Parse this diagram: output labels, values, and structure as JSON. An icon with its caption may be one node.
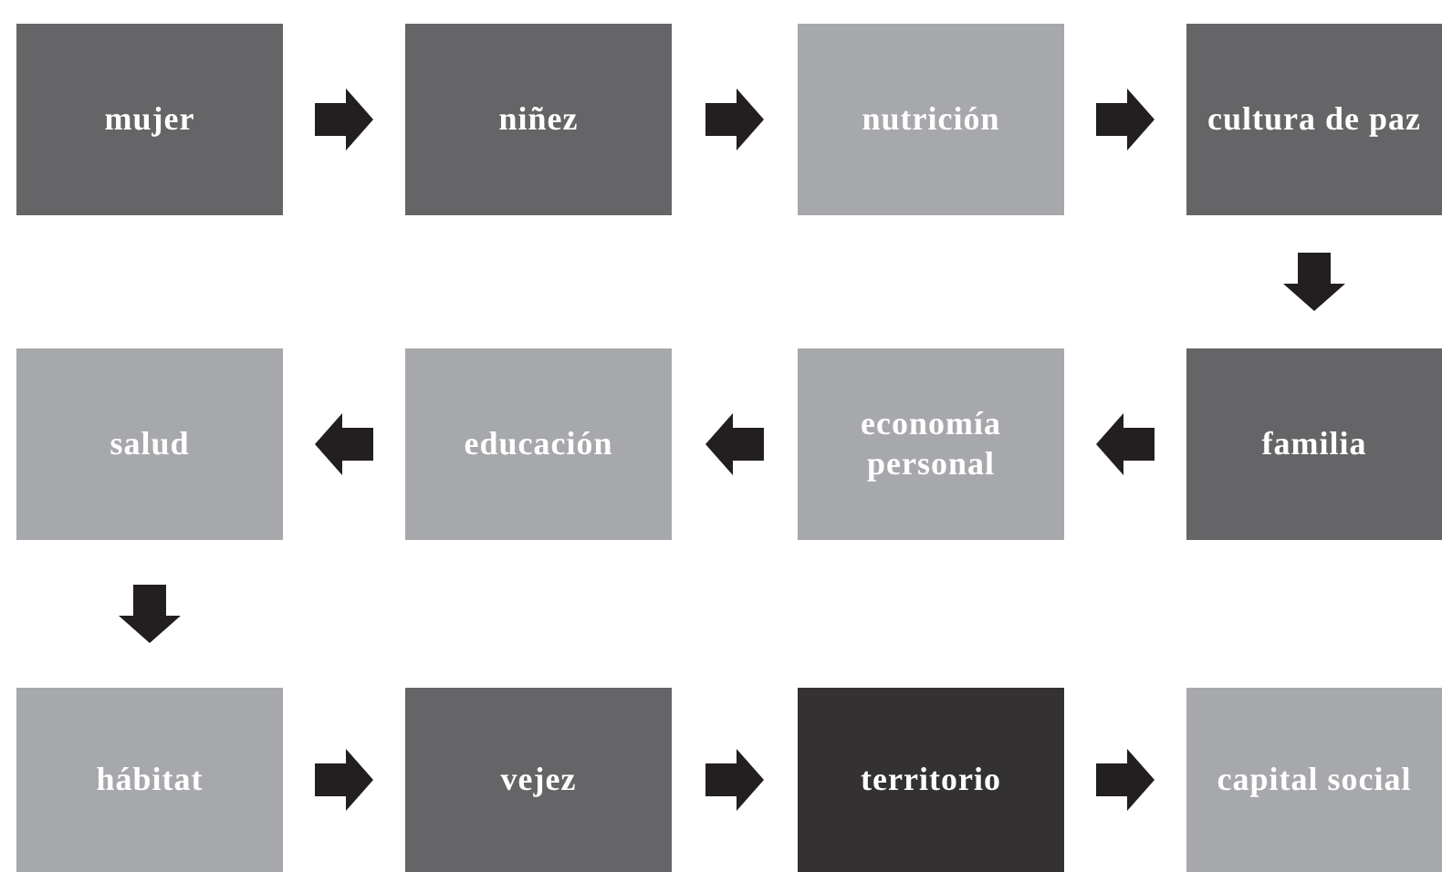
{
  "diagram": {
    "nodes": [
      {
        "text": [
          "mujer"
        ]
      },
      {
        "text": [
          "niñez"
        ]
      },
      {
        "text": [
          "nutrición"
        ]
      },
      {
        "text": [
          "cultura de paz"
        ]
      },
      {
        "text": [
          "salud"
        ]
      },
      {
        "text": [
          "educación"
        ]
      },
      {
        "text": [
          "economía personal"
        ]
      },
      {
        "text": [
          "familia"
        ]
      },
      {
        "text": [
          "hábitat"
        ]
      },
      {
        "text": [
          "vejez"
        ]
      },
      {
        "text": [
          "territorio"
        ]
      },
      {
        "text": [
          "capital social"
        ]
      }
    ],
    "edges": [
      {
        "from": 0,
        "to": 1,
        "arrow": "to"
      },
      {
        "from": 1,
        "to": 2,
        "arrow": "to"
      },
      {
        "from": 2,
        "to": 3,
        "arrow": "to"
      },
      {
        "from": 3,
        "to": 7,
        "arrow": "to"
      },
      {
        "from": 7,
        "to": 6,
        "arrow": "to"
      },
      {
        "from": 6,
        "to": 5,
        "arrow": "to"
      },
      {
        "from": 5,
        "to": 4,
        "arrow": "to"
      },
      {
        "from": 4,
        "to": 8,
        "arrow": "to"
      },
      {
        "from": 8,
        "to": 9,
        "arrow": "to"
      },
      {
        "from": 9,
        "to": 10,
        "arrow": "to"
      },
      {
        "from": 10,
        "to": 11,
        "arrow": "to"
      }
    ]
  }
}
